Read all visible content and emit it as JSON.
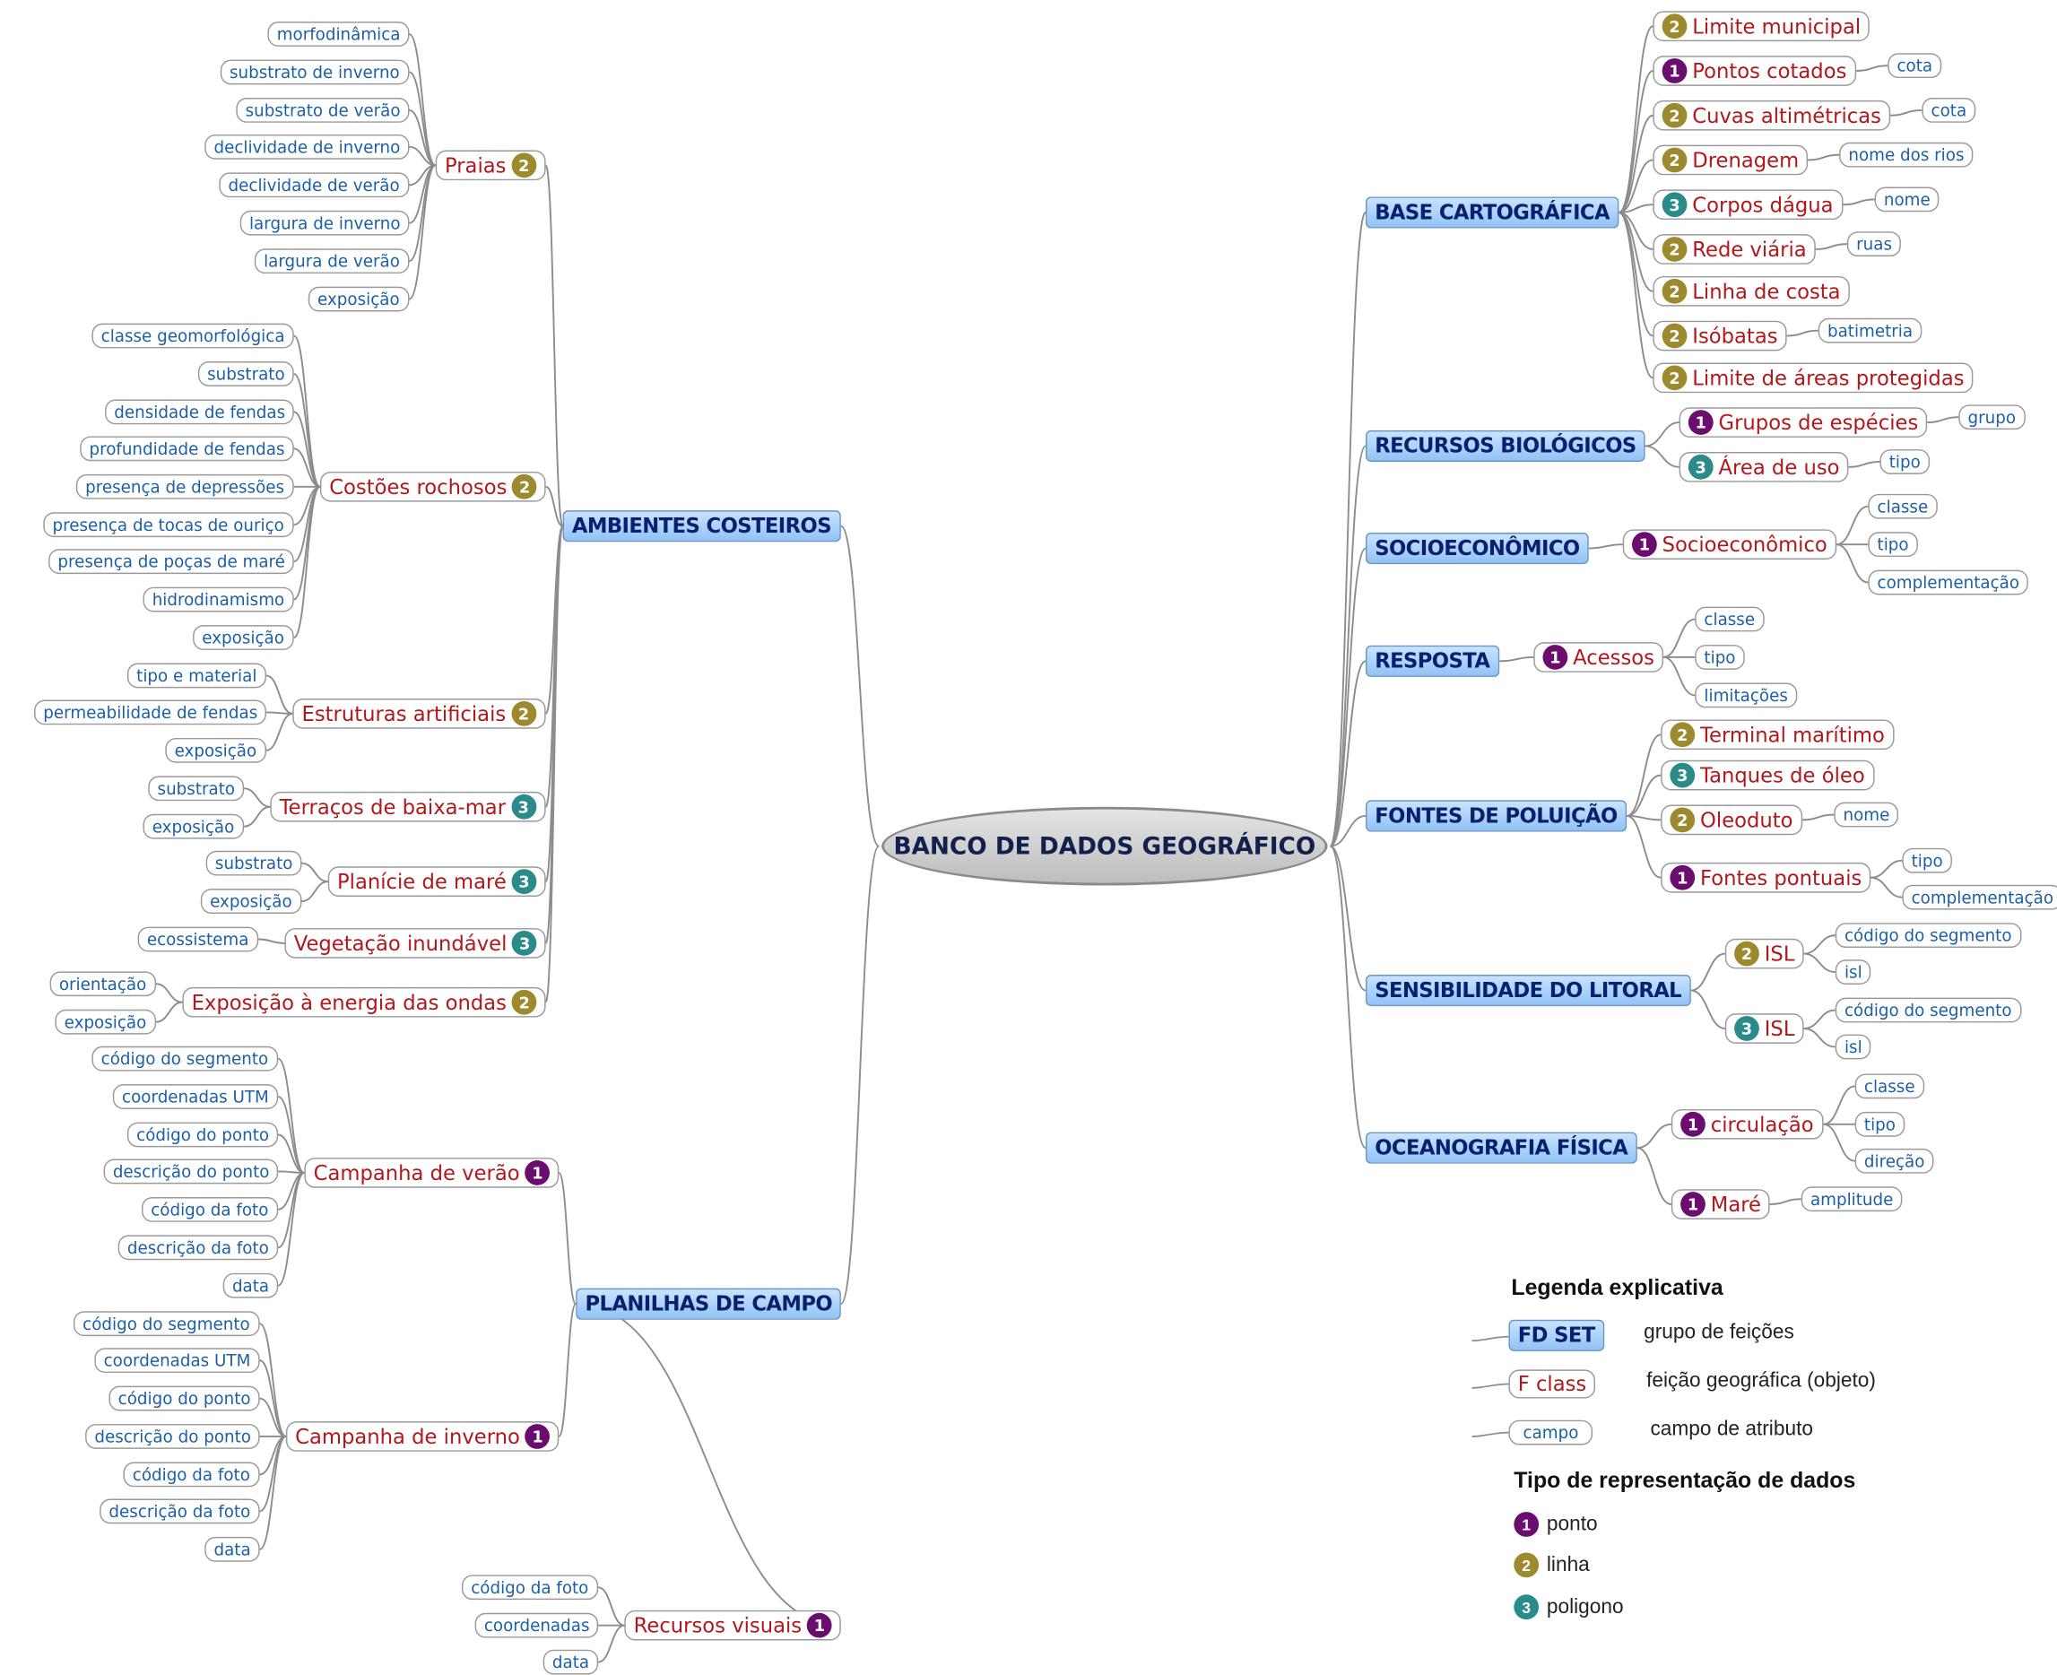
{
  "center": "BANCO DE DADOS GEOGRÁFICO",
  "left_branches": [
    {
      "label": "AMBIENTES COSTEIROS",
      "classes": [
        {
          "label": "Praias",
          "type": 2,
          "fields": [
            "morfodinâmica",
            "substrato de inverno",
            "substrato de verão",
            "declividade de inverno",
            "declividade de verão",
            "largura de inverno",
            "largura de verão",
            "exposição"
          ]
        },
        {
          "label": "Costões rochosos",
          "type": 2,
          "fields": [
            "classe geomorfológica",
            "substrato",
            "densidade de fendas",
            "profundidade de fendas",
            "presença de depressões",
            "presença de tocas de ouriço",
            "presença de poças de maré",
            "hidrodinamismo",
            "exposição"
          ]
        },
        {
          "label": "Estruturas artificiais",
          "type": 2,
          "fields": [
            "tipo e material",
            "permeabilidade de fendas",
            "exposição"
          ]
        },
        {
          "label": "Terraços de baixa-mar",
          "type": 3,
          "fields": [
            "substrato",
            "exposição"
          ]
        },
        {
          "label": "Planície de maré",
          "type": 3,
          "fields": [
            "substrato",
            "exposição"
          ]
        },
        {
          "label": "Vegetação inundável",
          "type": 3,
          "fields": [
            "ecossistema"
          ]
        },
        {
          "label": "Exposição à energia das ondas",
          "type": 2,
          "fields": [
            "orientação",
            "exposição"
          ]
        }
      ]
    },
    {
      "label": "PLANILHAS DE CAMPO",
      "classes": [
        {
          "label": "Campanha de verão",
          "type": 1,
          "fields": [
            "código do segmento",
            "coordenadas UTM",
            "código do ponto",
            "descrição do ponto",
            "código da foto",
            "descrição da foto",
            "data"
          ]
        },
        {
          "label": "Campanha de inverno",
          "type": 1,
          "fields": [
            "código do segmento",
            "coordenadas UTM",
            "código do ponto",
            "descrição do ponto",
            "código da foto",
            "descrição da foto",
            "data"
          ]
        },
        {
          "label": "Recursos visuais",
          "type": 1,
          "fields": [
            "código da foto",
            "coordenadas",
            "data"
          ]
        }
      ]
    }
  ],
  "right_branches": [
    {
      "label": "BASE CARTOGRÁFICA",
      "classes": [
        {
          "label": "Limite municipal",
          "type": 2,
          "fields": []
        },
        {
          "label": "Pontos cotados",
          "type": 1,
          "fields": [
            "cota"
          ]
        },
        {
          "label": "Cuvas altimétricas",
          "type": 2,
          "fields": [
            "cota"
          ]
        },
        {
          "label": "Drenagem",
          "type": 2,
          "fields": [
            "nome dos rios"
          ]
        },
        {
          "label": "Corpos dágua",
          "type": 3,
          "fields": [
            "nome"
          ]
        },
        {
          "label": "Rede viária",
          "type": 2,
          "fields": [
            "ruas"
          ]
        },
        {
          "label": "Linha de costa",
          "type": 2,
          "fields": []
        },
        {
          "label": "Isóbatas",
          "type": 2,
          "fields": [
            "batimetria"
          ]
        },
        {
          "label": "Limite de áreas protegidas",
          "type": 2,
          "fields": []
        }
      ]
    },
    {
      "label": "RECURSOS BIOLÓGICOS",
      "classes": [
        {
          "label": "Grupos de espécies",
          "type": 1,
          "fields": [
            "grupo"
          ]
        },
        {
          "label": "Área de uso",
          "type": 3,
          "fields": [
            "tipo"
          ]
        }
      ]
    },
    {
      "label": "SOCIOECONÔMICO",
      "classes": [
        {
          "label": "Socioeconômico",
          "type": 1,
          "fields": [
            "classe",
            "tipo",
            "complementação"
          ]
        }
      ]
    },
    {
      "label": "RESPOSTA",
      "classes": [
        {
          "label": "Acessos",
          "type": 1,
          "fields": [
            "classe",
            "tipo",
            "limitações"
          ]
        }
      ]
    },
    {
      "label": "FONTES DE POLUIÇÃO",
      "classes": [
        {
          "label": "Terminal marítimo",
          "type": 2,
          "fields": []
        },
        {
          "label": "Tanques de óleo",
          "type": 3,
          "fields": []
        },
        {
          "label": "Oleoduto",
          "type": 2,
          "fields": [
            "nome"
          ]
        },
        {
          "label": "Fontes pontuais",
          "type": 1,
          "fields": [
            "tipo",
            "complementação"
          ]
        }
      ]
    },
    {
      "label": "SENSIBILIDADE DO LITORAL",
      "classes": [
        {
          "label": "ISL",
          "type": 2,
          "fields": [
            "código do segmento",
            "isl"
          ]
        },
        {
          "label": "ISL",
          "type": 3,
          "fields": [
            "código do segmento",
            "isl"
          ]
        }
      ]
    },
    {
      "label": "OCEANOGRAFIA FÍSICA",
      "classes": [
        {
          "label": "circulação",
          "type": 1,
          "fields": [
            "classe",
            "tipo",
            "direção"
          ]
        },
        {
          "label": "Maré",
          "type": 1,
          "fields": [
            "amplitude"
          ]
        }
      ]
    }
  ],
  "legend": {
    "title": "Legenda explicativa",
    "items": [
      {
        "sample": "FD SET",
        "description": "grupo de feições"
      },
      {
        "sample": "F class",
        "description": "feição geográfica (objeto)"
      },
      {
        "sample": "campo",
        "description": "campo de atributo"
      }
    ],
    "types_title": "Tipo de representação de dados",
    "types": [
      {
        "number": "1",
        "label": "ponto"
      },
      {
        "number": "2",
        "label": "linha"
      },
      {
        "number": "3",
        "label": "poligono"
      }
    ]
  },
  "colors": {
    "type1": "#6b0d6e",
    "type2": "#9d8a2f",
    "type3": "#2b8a8a",
    "fdset_fill": "#a9d1fa",
    "class_text": "#b0181c",
    "field_text": "#1b5fa6",
    "link": "#8c8c8c"
  }
}
